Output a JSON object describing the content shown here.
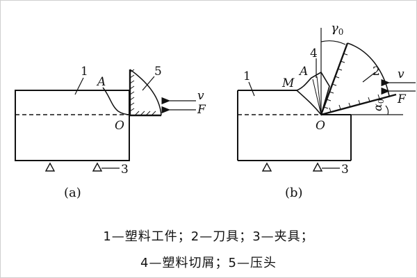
{
  "figure": {
    "panel_a": {
      "caption": "(a)",
      "labels": {
        "workpiece_num": "1",
        "point_a": "A",
        "presser_num": "5",
        "velocity": "v",
        "force": "F",
        "origin": "O",
        "fixture_num": "3"
      }
    },
    "panel_b": {
      "caption": "(b)",
      "labels": {
        "workpiece_num": "1",
        "point_m": "M",
        "point_a": "A",
        "chip_num": "4",
        "rake_angle": "γ",
        "rake_sub": "0",
        "tool_num": "2",
        "velocity": "v",
        "force": "F",
        "clearance_angle": "α",
        "clearance_sub": "0",
        "origin": "O",
        "fixture_num": "3"
      }
    },
    "legend": {
      "line1": "1—塑料工件；2—刀具；3—夹具；",
      "line2": "4—塑料切屑；5—压头"
    }
  }
}
